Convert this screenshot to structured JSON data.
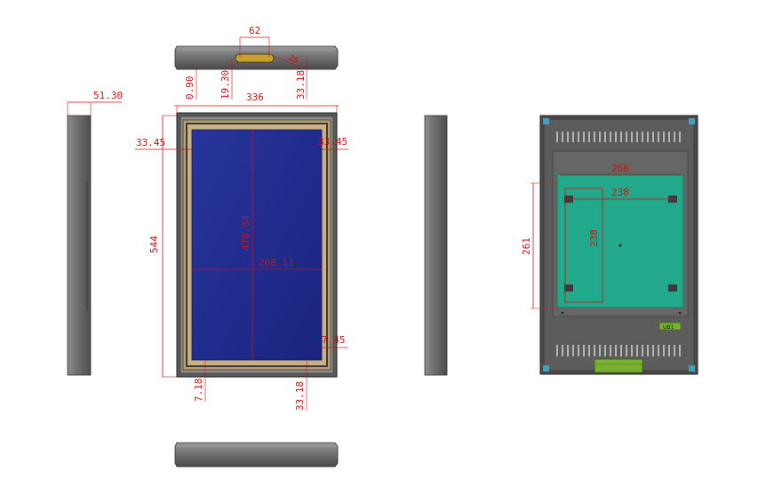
{
  "drawing": {
    "top_view": {
      "slot_width": "62",
      "offset_a": "0.90",
      "offset_b": "19.30",
      "offset_c": "33.18",
      "offset_d": "20"
    },
    "front_view": {
      "overall_width": "336",
      "overall_height": "544",
      "bezel_left": "33.45",
      "bezel_right": "33.45",
      "screen_height": "478.64",
      "screen_width": "268.11",
      "border_right": "7.45",
      "border_left_bottom": "7.18",
      "bezel_bottom": "33.18"
    },
    "side_view": {
      "depth": "51.30"
    },
    "rear_view": {
      "mount_width": "266",
      "hole_spacing_h": "238",
      "hole_spacing_v": "238",
      "mount_height": "261",
      "label_tag": "UB1"
    },
    "colors": {
      "dimension": "#d01010",
      "screen": "#1e2a8c",
      "frame": "#5a5a5a",
      "bezel_gold": "#b8a070",
      "rear_panel": "#22a88a",
      "connector": "#7ab030"
    }
  }
}
